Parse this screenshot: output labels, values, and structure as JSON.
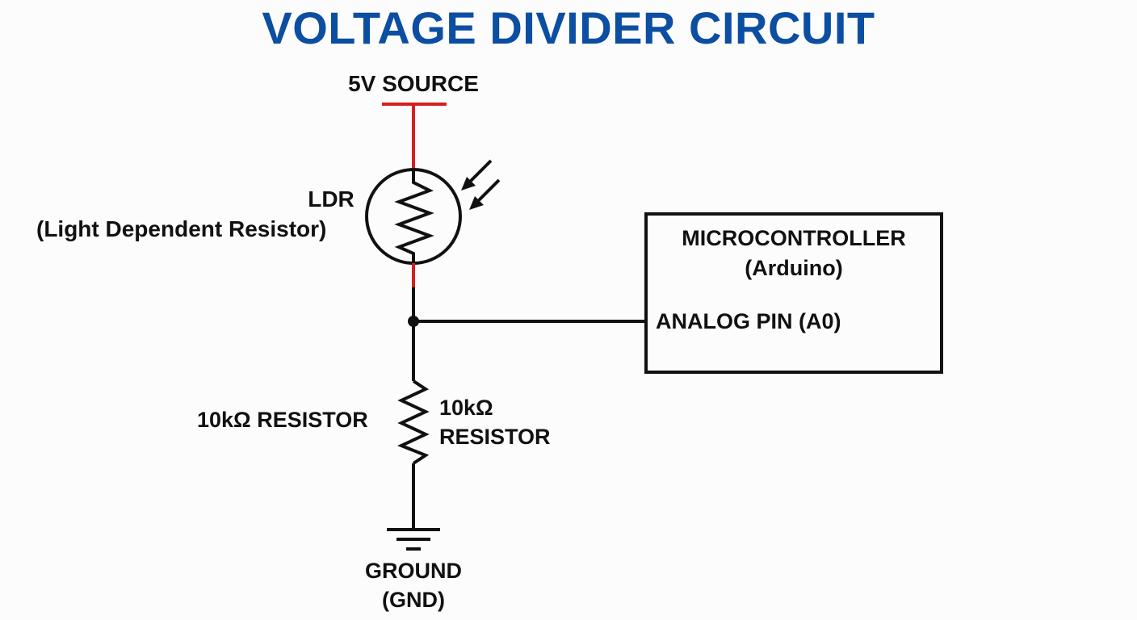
{
  "title": "VOLTAGE DIVIDER CIRCUIT",
  "source": {
    "label": "5V SOURCE"
  },
  "ldr": {
    "name": "LDR",
    "full_name": "(Light Dependent Resistor)"
  },
  "microcontroller": {
    "title": "MICROCONTROLLER",
    "subtitle": "(Arduino)",
    "pin_label": "ANALOG PIN (A0)"
  },
  "resistor": {
    "left_label": "10kΩ RESISTOR",
    "right_label_line1": "10kΩ",
    "right_label_line2": "RESISTOR"
  },
  "ground": {
    "label_line1": "GROUND",
    "label_line2": "(GND)"
  },
  "colors": {
    "title": "#0b4ea2",
    "wire": "#111111",
    "supply_wire": "#d42020",
    "background": "#fcfcfc"
  },
  "icons": {
    "ldr": "photoresistor-symbol",
    "light_arrows": "incoming-light-arrows",
    "resistor": "zigzag-resistor-symbol",
    "ground": "ground-symbol",
    "junction": "junction-dot"
  }
}
